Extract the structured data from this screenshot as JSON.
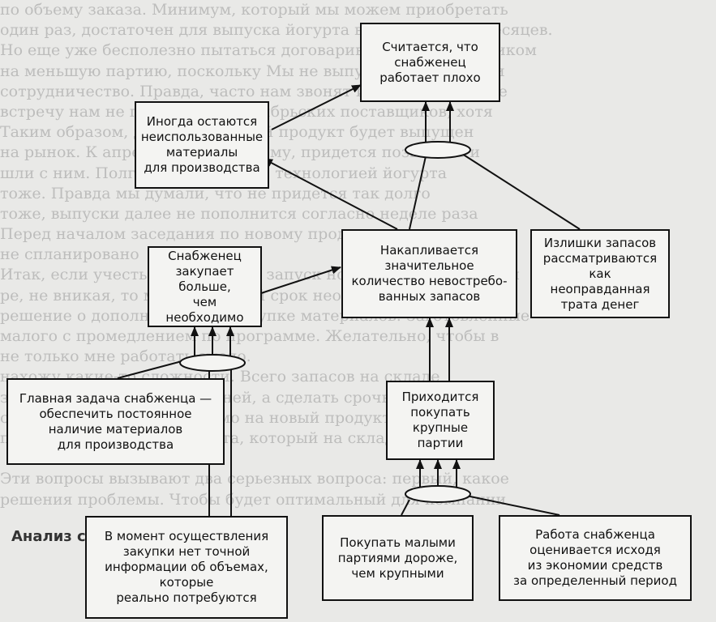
{
  "background_text": [
    "по объему заказа. Минимум, который мы можем приобретать",
    "один раз, достаточен для выпуска йогурта в течение трех месяцев.",
    "Но еще уже бесполезно пытаться договариваться с поставщиком",
    "на меньшую партию, поскольку Мы не выпускаем продукции",
    "сотрудничество. Правда, часто нам звонят и предлагают и не",
    "встречу нам не пойдем из-за ноябрьских поставщиков, хотя",
    "Таким образом, даже если новый продукт будет выпущен",
    "на рынок. К апрелю, мне, по-моему, придется позвонить и",
    "шли с ним. Полгода сражались с технологией йогурта",
    "тоже. Правда мы думали, что не придется так долго",
    "тоже, выпуски далее не пополнится согласно неделе раза",
    "Перед началом заседания по новому продукту экономисты",
    "не спланировано",
    "Итак, если учесть, что пробный запуск нового йогурта — 15 дн",
    "ре, не вникая, то мне и в долгий срок необходимо принять",
    "решение о дополнительной закупке материалов. Заготовленные",
    "малого с промедлением по программе. Желательно, чтобы в",
    "не только мне работать смело.",
    "нахожу какие-то сложности. Всего запасов на складе",
    "запасов остается на пару дней, а сделать срочный заказ",
    "столько, сколько необходимо на новый продукт, уже",
    "производства нового йогурта, который на складе",
    "",
    "Эти вопросы вызывают два серьезных вопроса: первый, какое",
    "решения проблемы. Чтобы будет оптимальный для компании"
  ],
  "section_heading": "Анализ ситуации",
  "nodes": {
    "bad_work": "Считается, что\nснабженец\nработает плохо",
    "unused_materials": "Иногда остаются\nнеиспользованные\nматериалы\nдля производства",
    "buys_more": "Снабженец закупает\nбольше,\nчем необходимо",
    "accumulates": "Накапливается\nзначительное\nколичество невостребо-\nванных запасов",
    "excess_waste": "Излишки запасов\nрассматриваются как\nнеоправданная\nтрата денег",
    "main_task": "Главная задача снабженца —\nобеспечить постоянное\nналичие материалов\nдля производства",
    "large_batches": "Приходится\nпокупать\nкрупные партии",
    "no_info": "В момент осуществления\nзакупки нет точной\nинформации об объемах,\nкоторые\nреально потребуются",
    "small_expensive": "Покупать малыми\nпартиями дороже,\nчем крупными",
    "evaluated": "Работа снабженца\nоценивается исходя\nиз экономии средств\nза определенный период"
  }
}
